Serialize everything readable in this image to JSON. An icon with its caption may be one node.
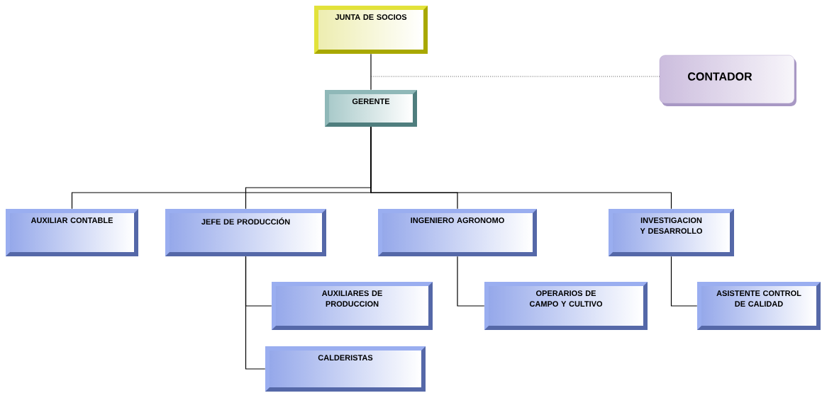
{
  "diagram": {
    "nodes": [
      {
        "text": [
          "JUNTA DE SOCIOS"
        ]
      },
      {
        "text": [
          "CONTADOR"
        ]
      },
      {
        "text": [
          "GERENTE"
        ]
      },
      {
        "text": [
          "AUXILIAR CONTABLE"
        ]
      },
      {
        "text": [
          "JEFE DE PRODUCCIÓN"
        ]
      },
      {
        "text": [
          "INGENIERO AGRONOMO"
        ]
      },
      {
        "text": [
          "INVESTIGACION Y DESARROLLO"
        ]
      },
      {
        "text": [
          "AUXILIARES DE PRODUCCION"
        ]
      },
      {
        "text": [
          "OPERARIOS DE CAMPO Y CULTIVO"
        ]
      },
      {
        "text": [
          "ASISTENTE CONTROL DE CALIDAD"
        ]
      },
      {
        "text": [
          "CALDERISTAS"
        ]
      }
    ],
    "edges": [
      {
        "from": 0,
        "to": 2,
        "arrow": "none"
      },
      {
        "from": null,
        "to": 1,
        "arrow": "none",
        "style": "dashed"
      },
      {
        "from": 2,
        "to": 3,
        "arrow": "none"
      },
      {
        "from": 2,
        "to": 4,
        "arrow": "none"
      },
      {
        "from": 2,
        "to": 5,
        "arrow": "none"
      },
      {
        "from": 2,
        "to": 6,
        "arrow": "none"
      },
      {
        "from": 4,
        "to": 7,
        "arrow": "none"
      },
      {
        "from": 4,
        "to": 10,
        "arrow": "none"
      },
      {
        "from": 5,
        "to": 8,
        "arrow": "none"
      },
      {
        "from": 6,
        "to": 9,
        "arrow": "none"
      }
    ]
  }
}
